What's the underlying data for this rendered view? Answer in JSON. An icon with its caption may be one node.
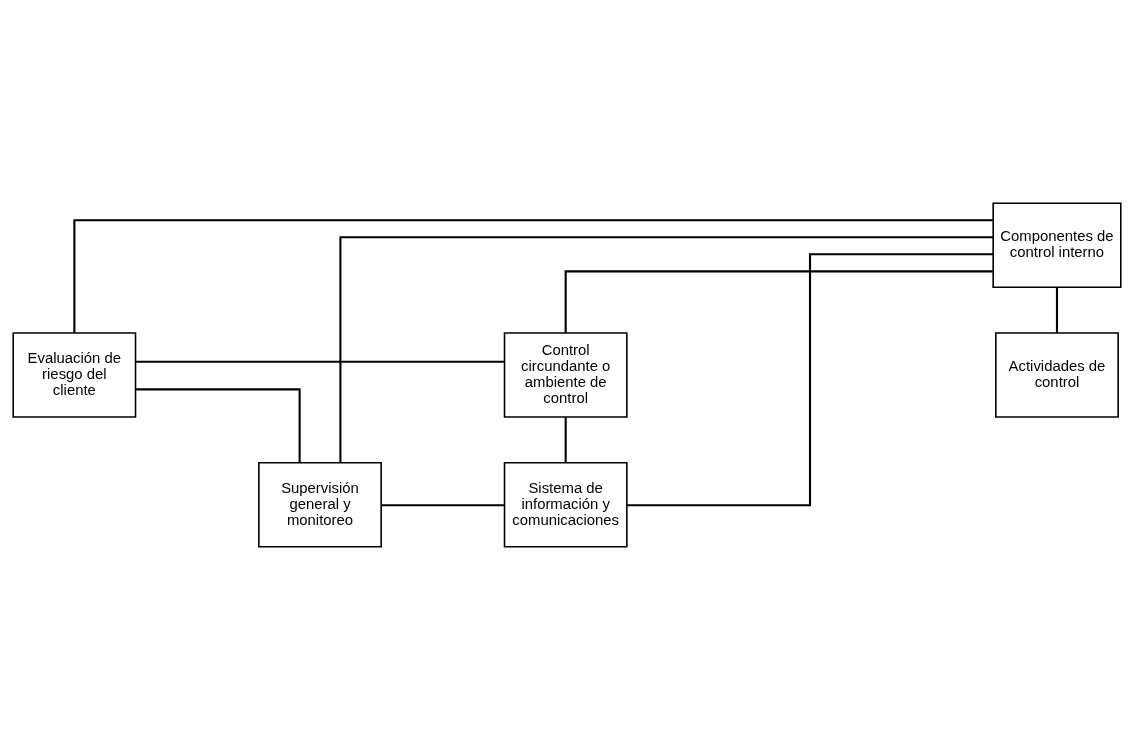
{
  "diagram": {
    "nodes": [
      {
        "text": [
          "Evaluación de riesgo del cliente"
        ]
      },
      {
        "text": [
          "Control circundante o ambiente de control"
        ]
      },
      {
        "text": [
          "Componentes de control interno"
        ]
      },
      {
        "text": [
          "Supervisión general y monitoreo"
        ]
      },
      {
        "text": [
          "Sistema de información y comunicaciones"
        ]
      },
      {
        "text": [
          "Actividades de control"
        ]
      }
    ],
    "edges": [
      {
        "from": 0,
        "to": 1,
        "arrow": "none"
      },
      {
        "from": 0,
        "to": 3,
        "arrow": "none"
      },
      {
        "from": 1,
        "to": 4,
        "arrow": "none"
      },
      {
        "from": 3,
        "to": 4,
        "arrow": "none"
      },
      {
        "from": 2,
        "to": 5,
        "arrow": "none"
      },
      {
        "from": 2,
        "to": 0,
        "arrow": "none"
      },
      {
        "from": 2,
        "to": 1,
        "arrow": "none"
      },
      {
        "from": 2,
        "to": 3,
        "arrow": "none"
      },
      {
        "from": 2,
        "to": 4,
        "arrow": "none"
      }
    ]
  }
}
